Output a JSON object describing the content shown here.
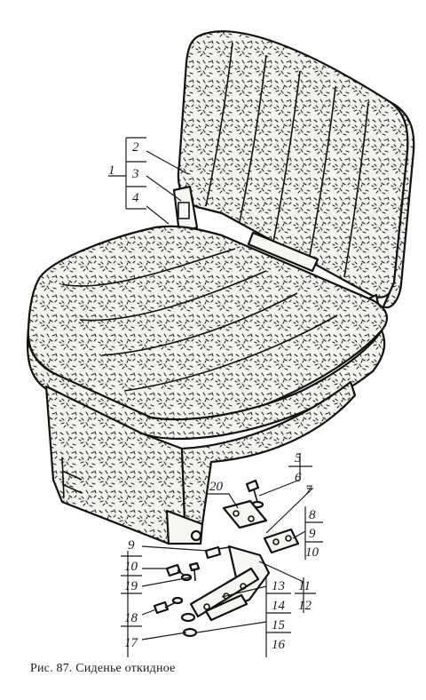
{
  "caption": "Рис. 87. Сиденье откидное",
  "callouts": {
    "left_top": {
      "main": "1",
      "items": [
        "2",
        "3",
        "4"
      ]
    },
    "right_top": [
      "5",
      "6"
    ],
    "mid_single": "20",
    "right_mid": {
      "single": "7",
      "items": [
        "8",
        "9",
        "10"
      ]
    },
    "right_low": [
      "11",
      "12"
    ],
    "left_low": [
      "9",
      "10",
      "19",
      "18",
      "17"
    ],
    "bottom_right": [
      "13",
      "14",
      "15",
      "16"
    ]
  }
}
